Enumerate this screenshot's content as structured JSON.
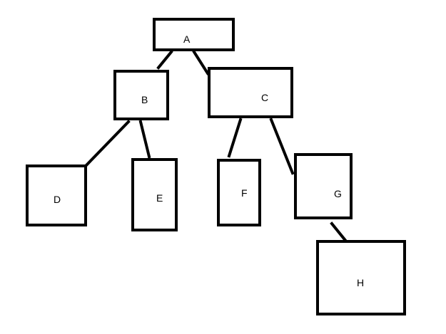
{
  "nodes": {
    "A": {
      "label": "A"
    },
    "B": {
      "label": "B"
    },
    "C": {
      "label": "C"
    },
    "D": {
      "label": "D"
    },
    "E": {
      "label": "E"
    },
    "F": {
      "label": "F"
    },
    "G": {
      "label": "G"
    },
    "H": {
      "label": "H"
    }
  },
  "edges": [
    {
      "from": "A",
      "to": "B"
    },
    {
      "from": "A",
      "to": "C"
    },
    {
      "from": "B",
      "to": "D"
    },
    {
      "from": "B",
      "to": "E"
    },
    {
      "from": "C",
      "to": "F"
    },
    {
      "from": "C",
      "to": "G"
    },
    {
      "from": "G",
      "to": "H"
    }
  ],
  "colors": {
    "stroke": "#000000",
    "background": "#ffffff"
  }
}
